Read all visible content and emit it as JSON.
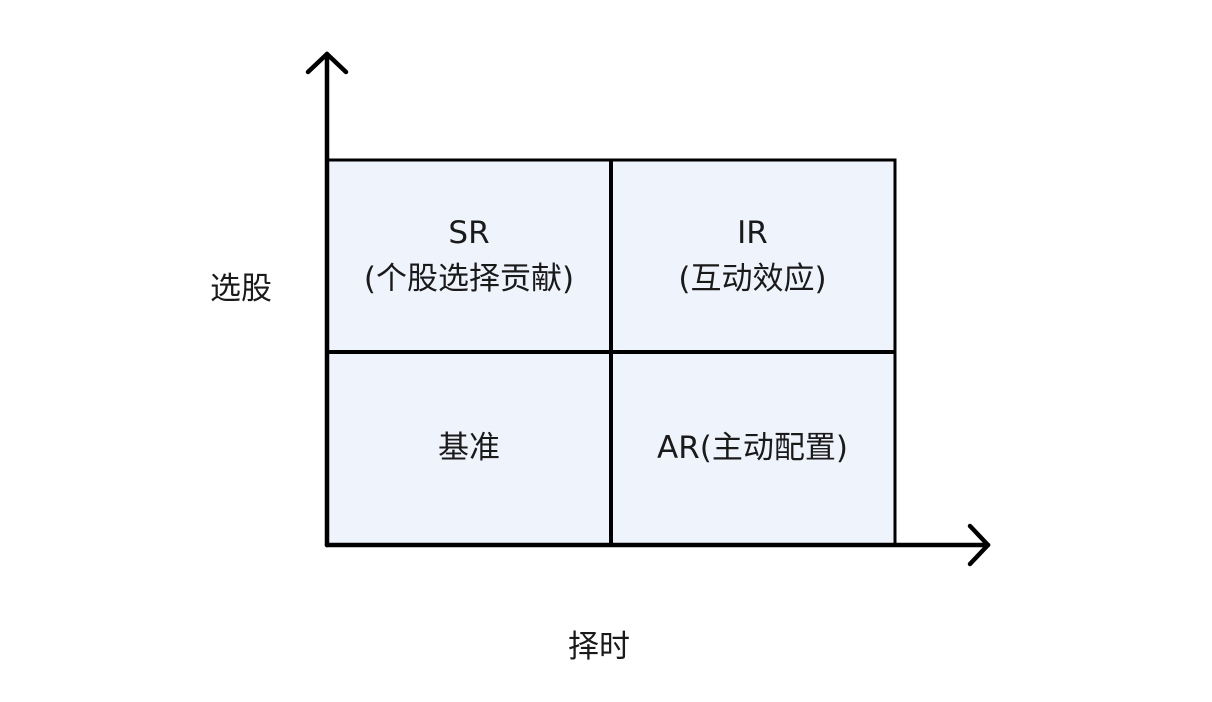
{
  "axes": {
    "y_label": "选股",
    "x_label": "择时"
  },
  "quadrants": {
    "top_left": {
      "line1": "SR",
      "line2": "(个股选择贡献)"
    },
    "top_right": {
      "line1": "IR",
      "line2": "(互动效应)"
    },
    "bottom_left": {
      "line1": "基准"
    },
    "bottom_right": {
      "line1": "AR(主动配置)"
    }
  },
  "colors": {
    "cell_fill": "#eff3fc",
    "line": "#000000",
    "text": "#1a1a1a"
  }
}
